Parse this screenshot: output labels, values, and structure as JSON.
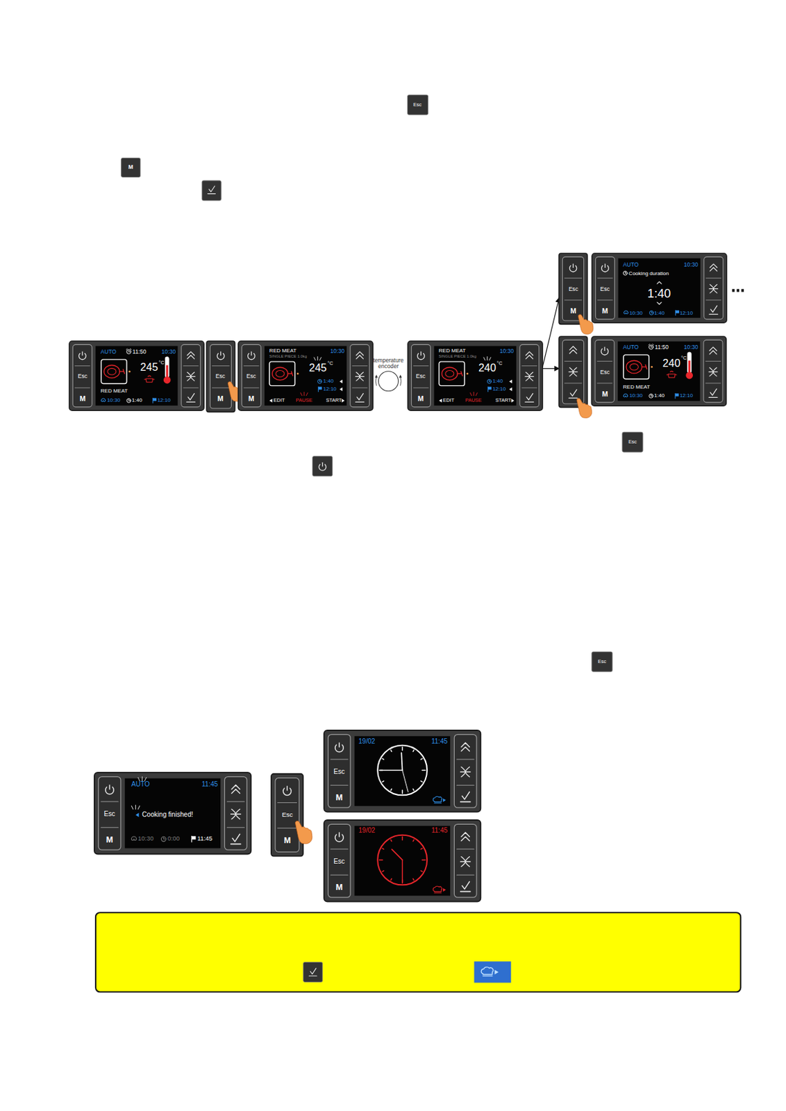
{
  "diagram": {
    "nodes": [
      {
        "text": [
          "Esc",
          "M",
          "AUTO",
          "11:50",
          "10:30",
          "245",
          "°C",
          "RED MEAT",
          "10:30",
          "1:40",
          "12:10"
        ]
      },
      {
        "text": [
          "Esc",
          "M"
        ]
      },
      {
        "text": [
          "Esc",
          "M",
          "RED MEAT",
          "SINGLE PIECE 1.0kg",
          "10:30",
          "245",
          "°C",
          "1:40",
          "12:10",
          "EDIT",
          "PAUSE",
          "START"
        ]
      },
      {
        "text": [
          "Esc",
          "M",
          "RED MEAT",
          "SINGLE PIECE 1.0kg",
          "10:30",
          "240",
          "°C",
          "1:40",
          "12:10",
          "EDIT",
          "PAUSE",
          "START"
        ]
      },
      {
        "text": [
          "Esc",
          "M"
        ]
      },
      {
        "text": [
          "Esc",
          "M",
          "AUTO",
          "10:30",
          "Cooking duration",
          "1:40",
          "10:30",
          "1:40",
          "12:10"
        ]
      },
      {
        "text": [
          "Esc",
          "M",
          "AUTO",
          "11:50",
          "10:30",
          "240",
          "°C",
          "RED MEAT",
          "10:30",
          "1:40",
          "12:10"
        ]
      },
      {
        "text": [
          "Esc",
          "M",
          "AUTO",
          "11:45",
          "Cooking finished!",
          "10:30",
          "0:00",
          "11:45"
        ]
      },
      {
        "text": [
          "Esc",
          "M"
        ]
      },
      {
        "text": [
          "Esc",
          "M",
          "19/02",
          "11:45"
        ]
      },
      {
        "text": [
          "Esc",
          "M",
          "19/02",
          "11:45"
        ]
      }
    ],
    "edges": [
      {
        "from": 3,
        "to": 4,
        "arrow": "to"
      },
      {
        "from": 3,
        "to": 6,
        "arrow": "to"
      }
    ],
    "labels": [
      "Esc",
      "M",
      "temperature encoder",
      "Esc",
      "Esc"
    ]
  }
}
